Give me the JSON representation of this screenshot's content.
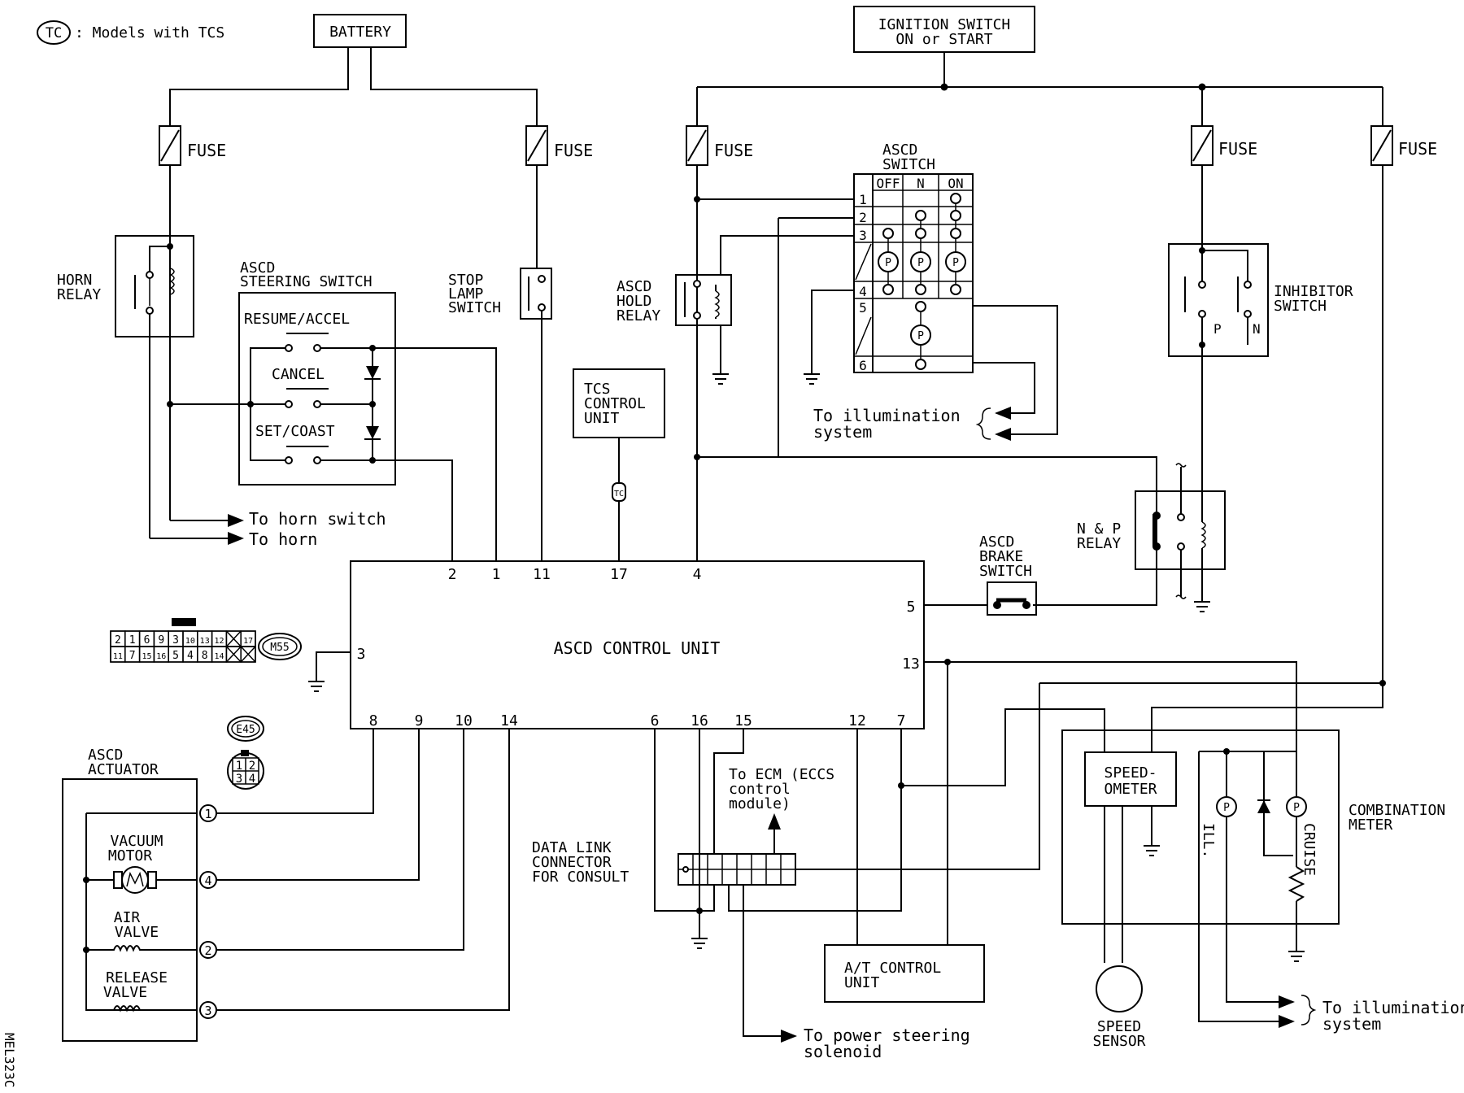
{
  "legend": {
    "tc_symbol": "TC",
    "tc_text": ": Models with TCS"
  },
  "power": {
    "battery": "BATTERY",
    "ignition_l1": "IGNITION SWITCH",
    "ignition_l2": "ON or START"
  },
  "fuse_label": "FUSE",
  "horn_relay": {
    "l1": "HORN",
    "l2": "RELAY"
  },
  "steering_switch": {
    "l1": "ASCD",
    "l2": "STEERING SWITCH",
    "resume": "RESUME/ACCEL",
    "cancel": "CANCEL",
    "set": "SET/COAST"
  },
  "stop_lamp": {
    "l1": "STOP",
    "l2": "LAMP",
    "l3": "SWITCH"
  },
  "tcs_unit": {
    "l1": "TCS",
    "l2": "CONTROL",
    "l3": "UNIT"
  },
  "hold_relay": {
    "l1": "ASCD",
    "l2": "HOLD",
    "l3": "RELAY"
  },
  "ascd_switch": {
    "l1": "ASCD",
    "l2": "SWITCH",
    "cols": [
      "OFF",
      "N",
      "ON"
    ],
    "rows": [
      "1",
      "2",
      "3",
      "4",
      "5",
      "6"
    ]
  },
  "inhibitor": {
    "l1": "INHIBITOR",
    "l2": "SWITCH",
    "p": "P",
    "n": "N"
  },
  "illum_top": {
    "l1": "To illumination",
    "l2": "system"
  },
  "np_relay": {
    "l1": "N & P",
    "l2": "RELAY"
  },
  "brake_switch": {
    "l1": "ASCD",
    "l2": "BRAKE",
    "l3": "SWITCH"
  },
  "horn_outputs": {
    "horn_switch": "To horn switch",
    "horn": "To horn"
  },
  "control_unit": {
    "title": "ASCD CONTROL UNIT",
    "pins_top": [
      "2",
      "1",
      "11",
      "17",
      "4"
    ],
    "pins_bottom": [
      "8",
      "9",
      "10",
      "14",
      "6",
      "16",
      "15",
      "12",
      "7"
    ],
    "pin_left": "3",
    "pin_right_5": "5",
    "pin_right_13": "13"
  },
  "connector_m55": {
    "row1": [
      "2",
      "1",
      "6",
      "9",
      "3",
      "10",
      "13",
      "12",
      "",
      "17"
    ],
    "row2": [
      "11",
      "7",
      "15",
      "16",
      "5",
      "4",
      "8",
      "14",
      "",
      ""
    ],
    "tag": "M55"
  },
  "connector_e45": {
    "tag": "E45",
    "pins": [
      "1",
      "2",
      "3",
      "4"
    ]
  },
  "actuator": {
    "l1": "ASCD",
    "l2": "ACTUATOR",
    "vacuum_l1": "VACUUM",
    "vacuum_l2": "MOTOR",
    "air_l1": "AIR",
    "air_l2": "VALVE",
    "release_l1": "RELEASE",
    "release_l2": "VALVE",
    "pins": [
      "1",
      "4",
      "2",
      "3"
    ]
  },
  "ecm": {
    "l1": "To ECM (ECCS",
    "l2": "control",
    "l3": "module)"
  },
  "dlc": {
    "l1": "DATA LINK",
    "l2": "CONNECTOR",
    "l3": "FOR CONSULT"
  },
  "at_unit": {
    "l1": "A/T CONTROL",
    "l2": "UNIT"
  },
  "power_steering": {
    "l1": "To power steering",
    "l2": "solenoid"
  },
  "speedometer": {
    "l1": "SPEED-",
    "l2": "OMETER"
  },
  "speed_sensor": {
    "l1": "SPEED",
    "l2": "SENSOR"
  },
  "comb_meter": {
    "l1": "COMBINATION",
    "l2": "METER",
    "ill": "ILL.",
    "cruise": "CRUISE"
  },
  "illum_bottom": {
    "l1": "To illumination",
    "l2": "system"
  },
  "code": "MEL323C"
}
